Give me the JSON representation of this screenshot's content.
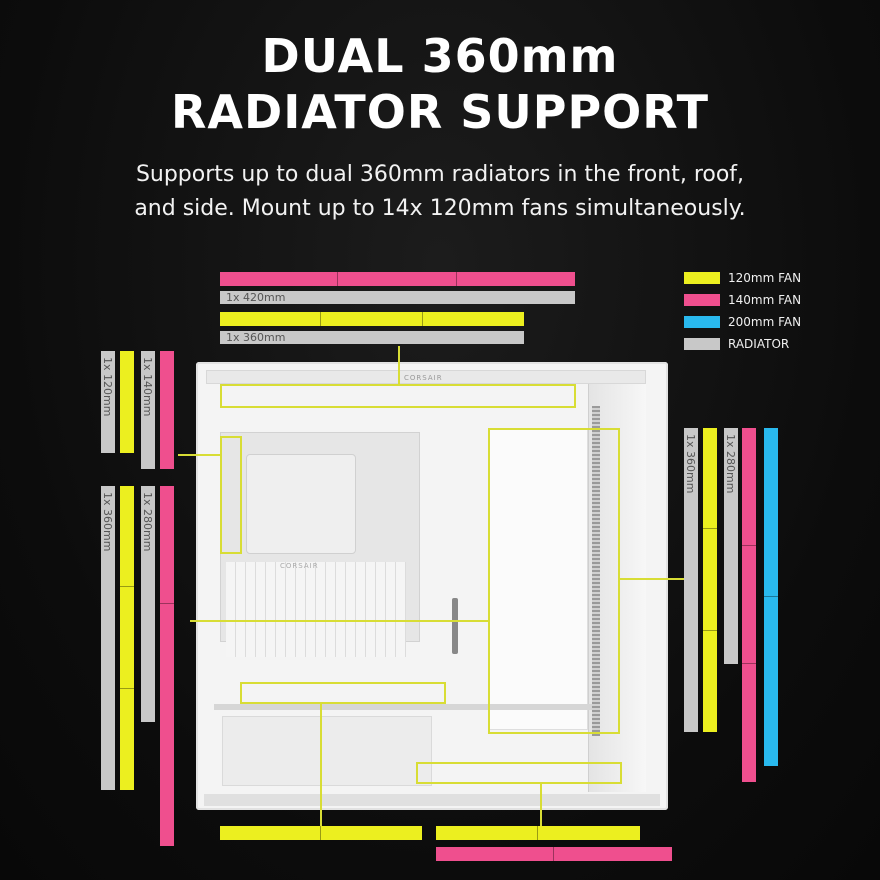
{
  "title": {
    "line1": "DUAL 360mm",
    "line2": "RADIATOR SUPPORT"
  },
  "subtitle": {
    "line1": "Supports up to dual 360mm radiators in the front, roof,",
    "line2": "and side. Mount up to 14x 120mm fans simultaneously."
  },
  "legend": [
    {
      "label": "120mm FAN",
      "color": "#ecef1f"
    },
    {
      "label": "140mm FAN",
      "color": "#ef4f8e"
    },
    {
      "label": "200mm FAN",
      "color": "#29b9ee"
    },
    {
      "label": "RADIATOR",
      "color": "#c8c8c8"
    }
  ],
  "radiators": {
    "top_420": "1x 420mm",
    "top_360": "1x 360mm",
    "left_120": "1x 120mm",
    "left_140": "1x 140mm",
    "left_360": "1x 360mm",
    "left_280": "1x 280mm",
    "right_360": "1x 360mm",
    "right_280": "1x 280mm"
  },
  "case": {
    "brand_top": "CORSAIR",
    "brand_tray": "CORSAIR"
  },
  "colors": {
    "fan_120": "#ecef1f",
    "fan_140": "#ef4f8e",
    "fan_200": "#29b9ee",
    "radiator": "#c8c8c8",
    "highlight": "#d8dd35",
    "background": "#0e0e0e"
  }
}
